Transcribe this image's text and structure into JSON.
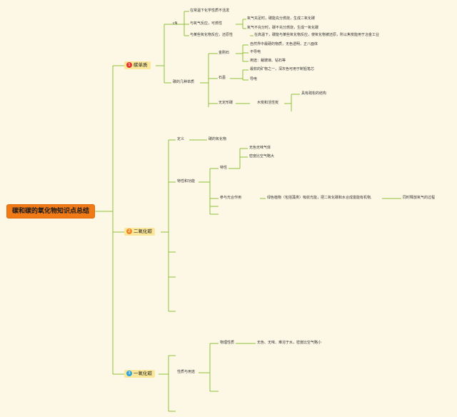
{
  "root": "碳和碳的氧化物知识点总结",
  "branches": [
    {
      "num": "1",
      "label": "碳单质",
      "color": "#e8352f"
    },
    {
      "num": "2",
      "label": "二氧化碳",
      "color": "#f08a24"
    },
    {
      "num": "3",
      "label": "一氧化碳",
      "color": "#2fa3d8"
    }
  ],
  "carbon": {
    "chem": "cN",
    "stable": "在常温下化学性质不活泼",
    "oxygen": "与氧气反应，可燃性",
    "oxy_full": "氧气充足时，碳能充分燃烧，生成二氧化碳",
    "oxy_less": "氧气不充分时，碳不充分燃烧，生成一氧化碳",
    "reduce": "与某些氧化物反应，还原性",
    "reduce_desc": "在高温下，碳能与某些氧化物反应，使氧化物被还原，所以焦炭能用于冶金工业",
    "several": "碳的几种单质",
    "diamond": "金刚石",
    "d1": "自然界中最硬的物质，无色透明，正八面体",
    "d2": "不导电",
    "d3": "用途：裁玻璃、钻石等",
    "graphite": "石墨",
    "g1": "最软的矿物之一，深灰色可用于制铅笔芯",
    "g2": "导电",
    "amorphous": "无定形碳",
    "charcoal": "木炭和活性炭",
    "porous": "具有疏松的结构"
  },
  "co2": {
    "definition": "定义",
    "def_val": "碳的氧化物",
    "props": "特性和功能",
    "nature": "特性",
    "n1": "无色无味气体",
    "n2": "密度比空气略大",
    "photo": "参与光合作用",
    "photo_desc": "绿色植物（包括藻类）吸收光能，把二氧化碳和水合成富能有机物,",
    "photo_end": "同时释放氧气的过程"
  },
  "co": {
    "use": "性质与用途",
    "physical": "物理性质",
    "phys_val": "无色、无味、难溶于水，密度比空气略小"
  }
}
